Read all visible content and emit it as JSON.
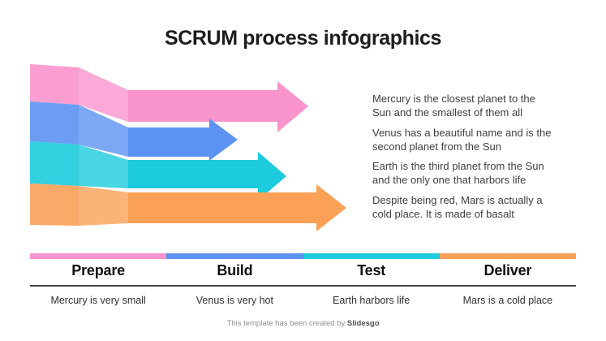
{
  "slide": {
    "title": "SCRUM process infographics",
    "footer": {
      "prefix": "This template has been created by ",
      "brand": "Slidesgo"
    }
  },
  "arrows": [
    {
      "name": "prepare-arrow",
      "color": "#FA94CC",
      "description": "Mercury is the closest planet to the\nSun and the smallest of them all"
    },
    {
      "name": "build-arrow",
      "color": "#5C92F2",
      "description": "Venus has a beautiful name and is the\nsecond planet from the Sun"
    },
    {
      "name": "test-arrow",
      "color": "#1CCBDC",
      "description": "Earth is the third planet from the Sun\nand the only one that harbors life"
    },
    {
      "name": "deliver-arrow",
      "color": "#FAA157",
      "description": "Despite being red, Mars is actually a\ncold place. It is made of basalt"
    }
  ],
  "stages": [
    {
      "label": "Prepare",
      "sublabel": "Mercury is very small",
      "color": "#FA94CC"
    },
    {
      "label": "Build",
      "sublabel": "Venus is very hot",
      "color": "#5C92F2"
    },
    {
      "label": "Test",
      "sublabel": "Earth harbors life",
      "color": "#1CCBDC"
    },
    {
      "label": "Deliver",
      "sublabel": "Mars is a cold place",
      "color": "#FAA157"
    }
  ]
}
